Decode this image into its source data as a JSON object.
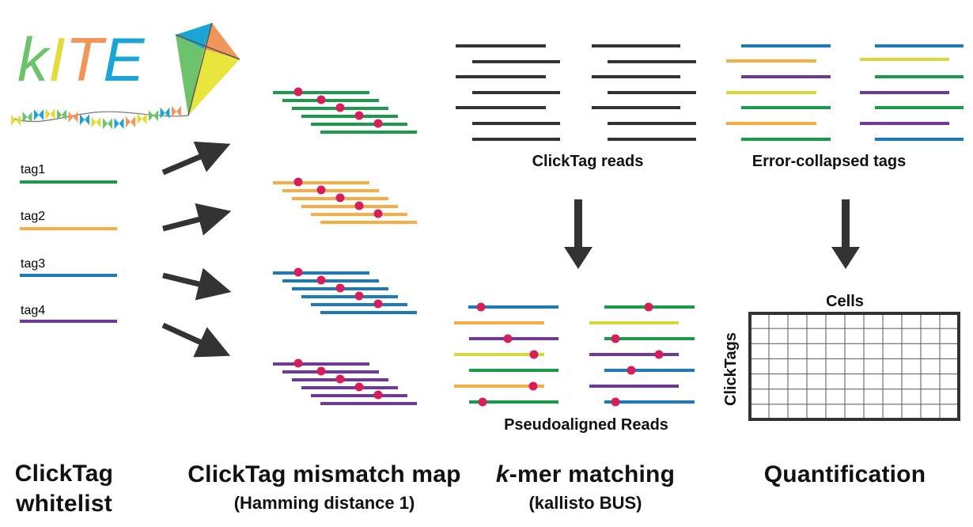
{
  "logo": {
    "letters": [
      {
        "ch": "k",
        "color": "#6cc36c"
      },
      {
        "ch": "I",
        "color": "#e2dc3b"
      },
      {
        "ch": "T",
        "color": "#f2955a"
      },
      {
        "ch": "E",
        "color": "#1aa5d4"
      }
    ]
  },
  "colors": {
    "green": "#1a9a4a",
    "orange": "#f7ac45",
    "blue": "#1e79b8",
    "purple": "#6e3a96",
    "yellow": "#d8d83a",
    "black": "#333333",
    "dot": "#d71e5a",
    "arrow": "#333333"
  },
  "whitelist": {
    "tags": [
      {
        "label": "tag1",
        "color": "green"
      },
      {
        "label": "tag2",
        "color": "orange"
      },
      {
        "label": "tag3",
        "color": "blue"
      },
      {
        "label": "tag4",
        "color": "purple"
      }
    ],
    "title_line1": "ClickTag",
    "title_line2": "whitelist"
  },
  "mismatch": {
    "title": "ClickTag mismatch map",
    "subtitle": "(Hamming distance 1)",
    "groups": [
      "green",
      "orange",
      "blue",
      "purple"
    ]
  },
  "kmer": {
    "reads_label": "ClickTag reads",
    "pseudo_label": "Pseudoaligned Reads",
    "title_prefix": "k",
    "title_rest": "-mer matching",
    "subtitle": "(kallisto BUS)",
    "pseudo_left": [
      "blue",
      "orange",
      "purple",
      "yellow",
      "green",
      "orange",
      "green"
    ],
    "pseudo_right": [
      "green",
      "yellow",
      "green",
      "purple",
      "blue",
      "purple",
      "blue"
    ]
  },
  "quant": {
    "collapsed_label": "Error-collapsed tags",
    "cells_label": "Cells",
    "clicktags_label": "ClickTags",
    "title": "Quantification",
    "collapsed_left": [
      "blue",
      "orange",
      "purple",
      "yellow",
      "green",
      "orange",
      "green"
    ],
    "collapsed_right": [
      "blue",
      "yellow",
      "green",
      "purple",
      "green",
      "purple",
      "blue"
    ]
  }
}
